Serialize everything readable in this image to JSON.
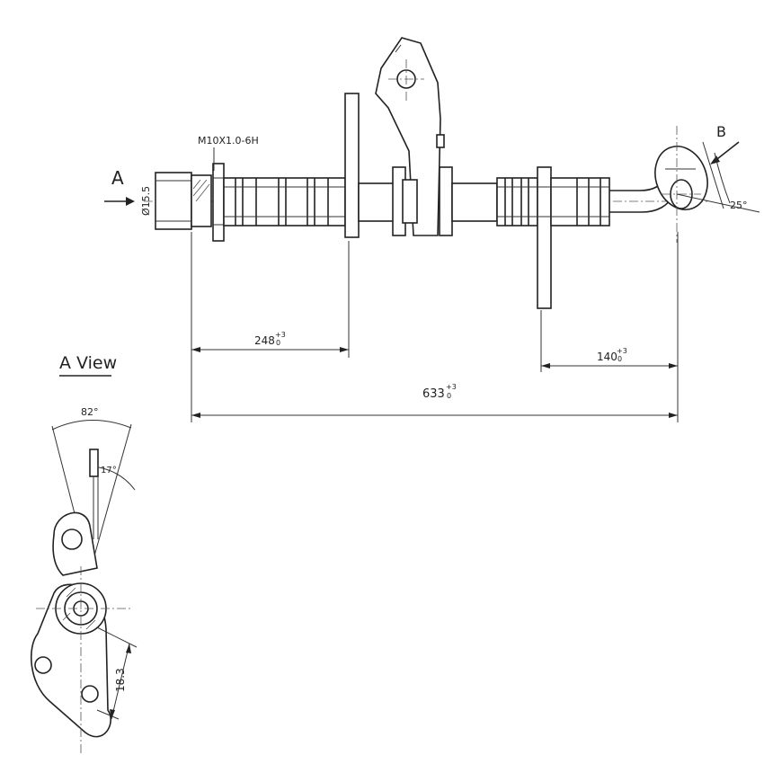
{
  "labels": {
    "arrow_a": "A",
    "arrow_b": "B",
    "thread_spec": "M10X1.0-6H",
    "diameter": "Ø15.5",
    "angle_b": "25°",
    "a_view_title": "A View",
    "angle_82": "82°",
    "angle_17": "17°",
    "dim_18_3": "18.3"
  },
  "dimensions": {
    "dim_248": {
      "value": "248",
      "tol_upper": "+3",
      "tol_lower": "0"
    },
    "dim_140": {
      "value": "140",
      "tol_upper": "+3",
      "tol_lower": "0"
    },
    "dim_633": {
      "value": "633",
      "tol_upper": "+3",
      "tol_lower": "0"
    }
  }
}
